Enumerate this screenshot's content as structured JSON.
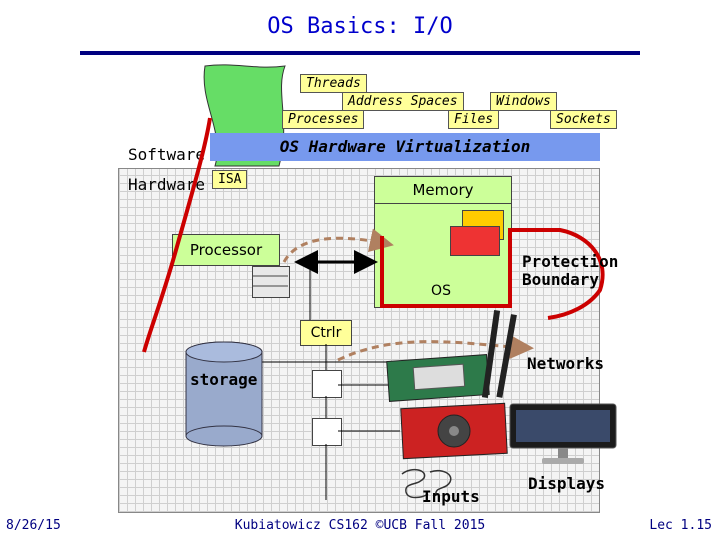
{
  "slide": {
    "title": "OS Basics: I/O",
    "abstractions": {
      "threads": "Threads",
      "address_spaces": "Address Spaces",
      "windows": "Windows",
      "processes": "Processes",
      "files": "Files",
      "sockets": "Sockets"
    },
    "virtualization": "OS Hardware Virtualization",
    "software": "Software",
    "hardware": "Hardware",
    "isa": "ISA",
    "memory": "Memory",
    "processor": "Processor",
    "os": "OS",
    "protection_boundary_line1": "Protection",
    "protection_boundary_line2": "Boundary",
    "ctrlr": "Ctrlr",
    "storage": "storage",
    "networks": "Networks",
    "inputs": "Inputs",
    "displays": "Displays"
  },
  "footer": {
    "date": "8/26/15",
    "course": "Kubiatowicz CS162 ©UCB Fall 2015",
    "lecture": "Lec 1.15"
  },
  "colors": {
    "title": "#0000cc",
    "virtualization_bar": "#7799ee",
    "memory": "#ccff99",
    "protection_boundary": "#cc0000",
    "green_region": "#66dd66",
    "storage": "#99aacc"
  }
}
